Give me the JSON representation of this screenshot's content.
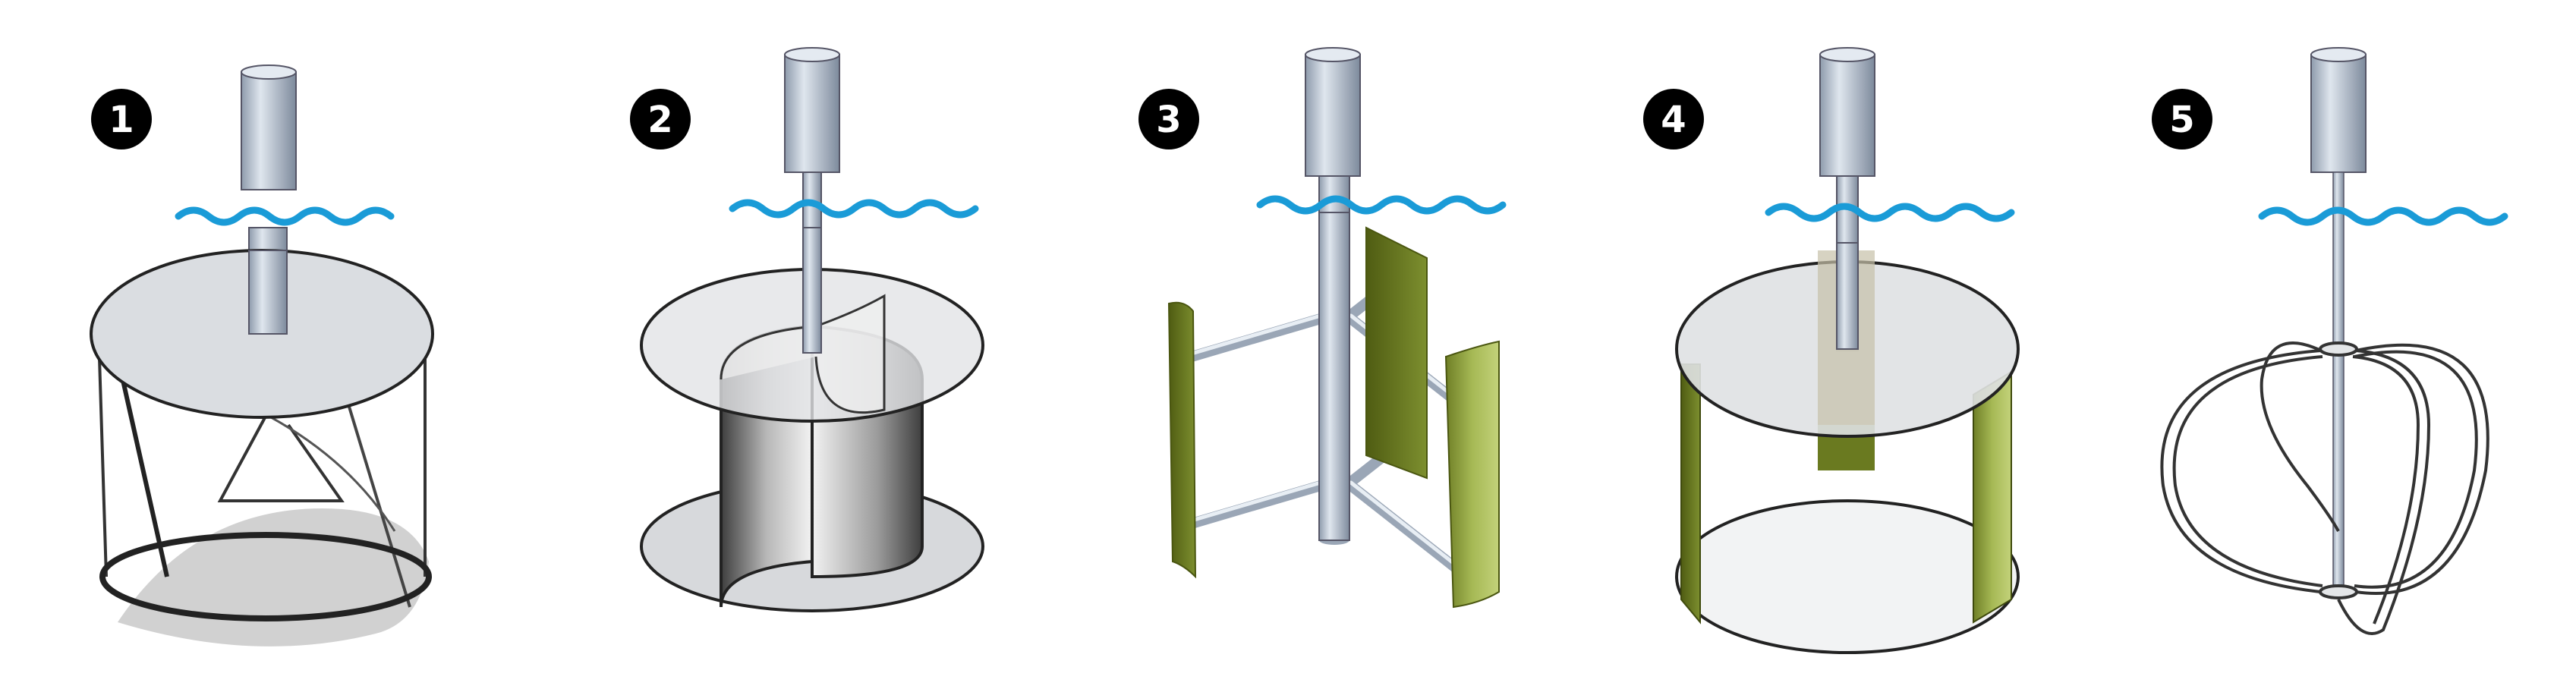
{
  "panels": [
    {
      "number": "1",
      "type": "helical-cylinder-turbine"
    },
    {
      "number": "2",
      "type": "savonius-turbine"
    },
    {
      "number": "3",
      "type": "h-darrieus-turbine"
    },
    {
      "number": "4",
      "type": "straight-bladed-cylinder-turbine"
    },
    {
      "number": "5",
      "type": "eggbeater-darrieus-turbine"
    }
  ],
  "colors": {
    "marker": "#000000",
    "marker_text": "#ffffff",
    "water": "#1a9bd7",
    "shaft": "#b8c4d4",
    "shaft_dark": "#7d8a9c",
    "disc": "#d9dde1",
    "outline": "#2b2b2b",
    "blade_green": "#9eb04a",
    "blade_green_dark": "#5f6e1e"
  },
  "icons": [
    "water-surface-icon",
    "shaft-icon",
    "turbine-rotor-icon"
  ]
}
